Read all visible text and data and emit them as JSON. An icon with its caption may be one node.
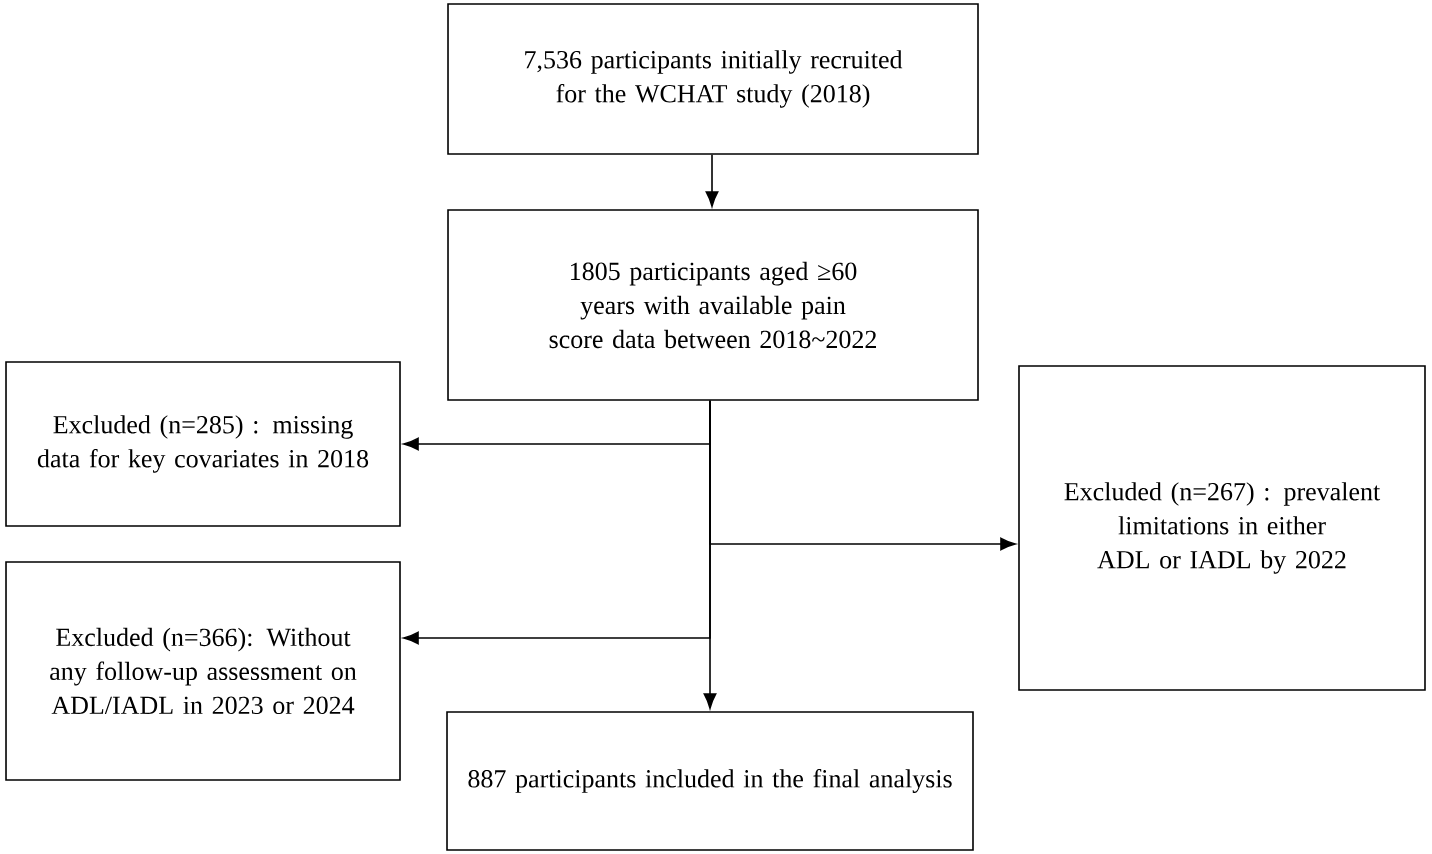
{
  "diagram": {
    "nodes": [
      {
        "text": [
          "7,536 participants initially recruited for the WCHAT study (2018)"
        ]
      },
      {
        "text": [
          "1805 participants aged ≥60 years with available pain score data between 2018~2022"
        ]
      },
      {
        "text": [
          "Excluded (n=285) : missing data for key covariates in 2018"
        ]
      },
      {
        "text": [
          "Excluded (n=267) : prevalent limitations in either ADL or IADL by 2022"
        ]
      },
      {
        "text": [
          "Excluded (n=366): Without any follow-up assessment on ADL/IADL in 2023 or 2024"
        ]
      },
      {
        "text": [
          "887 participants included in the final analysis"
        ]
      }
    ],
    "edges": [
      {
        "from": 0,
        "to": 1,
        "arrow": "to"
      },
      {
        "from": 1,
        "to": 2,
        "arrow": "to"
      },
      {
        "from": 1,
        "to": 3,
        "arrow": "to"
      },
      {
        "from": 1,
        "to": 4,
        "arrow": "to"
      },
      {
        "from": 1,
        "to": 5,
        "arrow": "to"
      }
    ]
  }
}
